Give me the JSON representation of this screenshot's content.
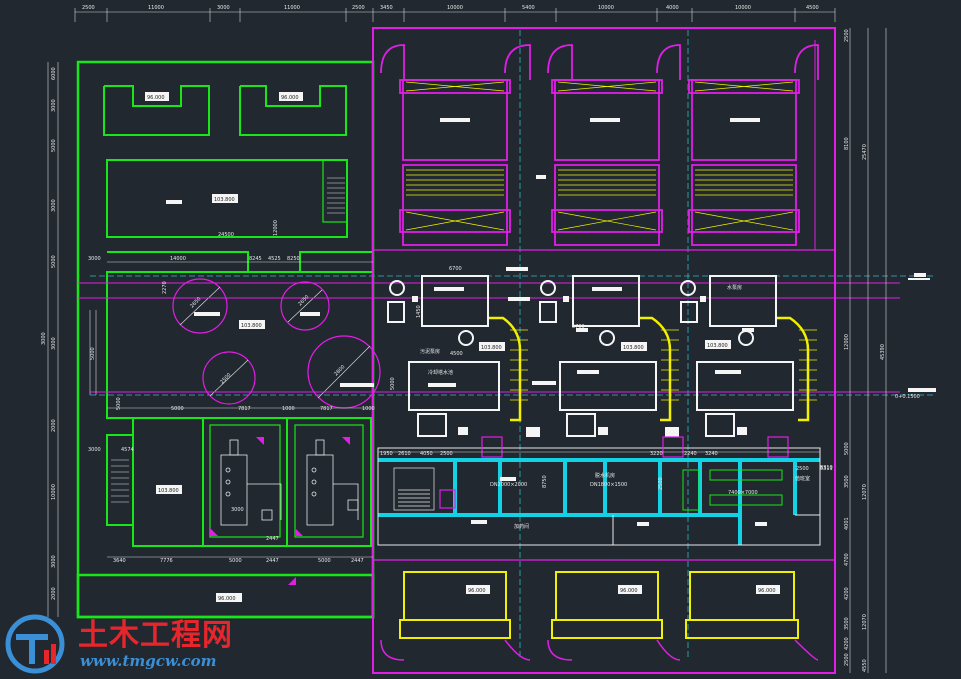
{
  "colors": {
    "background": "#212830",
    "green": "#19e619",
    "magenta": "#e11ee6",
    "yellow": "#f0f000",
    "cyan": "#14d2e6",
    "white": "#f5f5f5",
    "axis": "#2fb8c8",
    "dim": "#d8d8d8"
  },
  "dims_top": [
    "2500",
    "11000",
    "3000",
    "11000",
    "2500",
    "3450",
    "10000",
    "5400",
    "10000",
    "4000",
    "10000",
    "4500"
  ],
  "dims_left": [
    "6000",
    "3000",
    "5000",
    "3000",
    "5000",
    "3000",
    "2000",
    "10000",
    "3000",
    "2000",
    "3000",
    "5000",
    "5000"
  ],
  "dims_right": [
    "2500",
    "8100",
    "25470",
    "12000",
    "45390",
    "5000",
    "12070",
    "3500",
    "4001",
    "4700",
    "4200",
    "3500",
    "4200",
    "12070",
    "2500",
    "4550"
  ],
  "dims_bottom_left": [
    "3640",
    "7776",
    "5000",
    "2447",
    "5000",
    "2447"
  ],
  "dims_mid_left": [
    "3000",
    "14000",
    "8245",
    "4525",
    "8250",
    "5000",
    "7817",
    "1000",
    "7817",
    "1000",
    "3000",
    "4574"
  ],
  "dims_cyan_row": [
    "1950",
    "2610",
    "4050",
    "2500",
    "3220",
    "2240",
    "3240",
    "2500",
    "3311"
  ],
  "elevations": {
    "pool_left_1": "96.000",
    "pool_left_2": "96.000",
    "tank_mid": "103.800",
    "clarifier_area": "103.800",
    "building_left": "103.800",
    "pool_bottom": "96.000",
    "bot_1": "96.000",
    "bot_2": "96.000",
    "bot_3": "96.000",
    "mid_1": "103.800",
    "mid_2": "103.800",
    "mid_3": "103.800"
  },
  "circle_dims": [
    "2650",
    "2650",
    "2500",
    "2800"
  ],
  "labels": {
    "dim_12000_right": "12000",
    "right_ann": "0+0.1500",
    "pipe_1": "DN2000×2000",
    "pipe_2": "DN1800×1500",
    "pipe_3": "2500",
    "pipe_4": "7400×7000",
    "room_label": "冷却塔水池",
    "room_label_2": "脱水机房",
    "room_label_3": "加药间",
    "room_label_4": "值班室",
    "room_label_5": "水泵房",
    "room_label_6": "污泥泵房",
    "dim_1450": "1450",
    "dim_8310": "8310",
    "dim_24500": "24500",
    "dim_3000": "3000",
    "dim_5000": "5000",
    "dim_2270": "2270",
    "dim_6700": "6700",
    "dim_4500": "4500",
    "dim_5780": "5780",
    "dim_8750": "8750",
    "dim_2447": "2447"
  },
  "watermark": {
    "title": "土木工程网",
    "url": "www.tmgcw.com"
  }
}
